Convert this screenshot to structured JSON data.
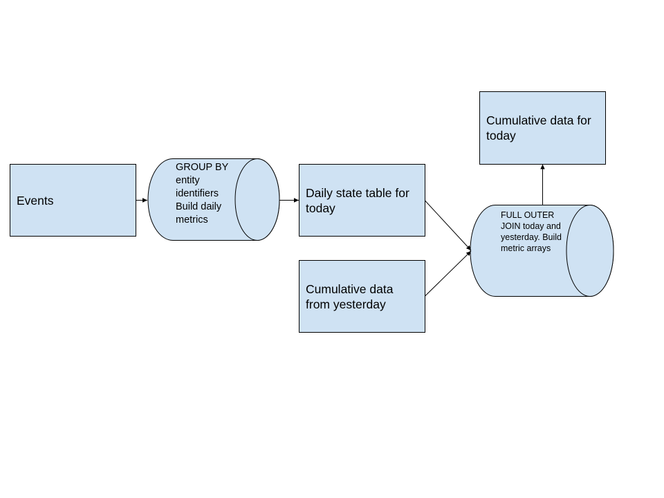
{
  "diagram": {
    "colors": {
      "fill": "#cfe2f3",
      "stroke": "#000000"
    },
    "nodes": {
      "events": {
        "label": "Events",
        "shape": "rectangle"
      },
      "group_by": {
        "label": "GROUP BY entity identifiers Build daily metrics",
        "shape": "cylinder"
      },
      "daily_state": {
        "label": "Daily state table for today",
        "shape": "rectangle"
      },
      "cumulative_yesterday": {
        "label": "Cumulative data from yesterday",
        "shape": "rectangle"
      },
      "full_outer_join": {
        "label": "FULL OUTER JOIN today and yesterday. Build metric arrays",
        "shape": "cylinder"
      },
      "cumulative_today": {
        "label": "Cumulative data for today",
        "shape": "rectangle"
      }
    },
    "edges": [
      {
        "from": "events",
        "to": "group_by"
      },
      {
        "from": "group_by",
        "to": "daily_state"
      },
      {
        "from": "daily_state",
        "to": "full_outer_join"
      },
      {
        "from": "cumulative_yesterday",
        "to": "full_outer_join"
      },
      {
        "from": "full_outer_join",
        "to": "cumulative_today"
      }
    ]
  }
}
